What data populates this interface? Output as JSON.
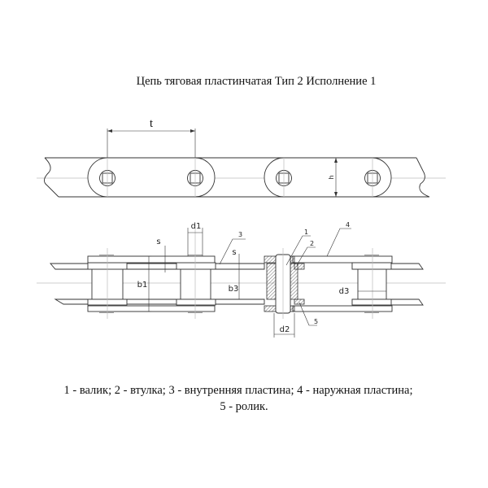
{
  "title": "Цепь тяговая пластинчатая Тип 2 Исполнение 1",
  "dimensions": {
    "t": "t",
    "h": "h",
    "d1": "d1",
    "s": "s",
    "b1": "b1",
    "b3": "b3",
    "d2": "d2",
    "d3": "d3"
  },
  "callouts": [
    "1",
    "2",
    "3",
    "4",
    "5"
  ],
  "legend": {
    "line1": "1 - валик; 2 - втулка; 3 - внутренняя пластина; 4 - наружная пластина;",
    "line2": "5 - ролик."
  }
}
